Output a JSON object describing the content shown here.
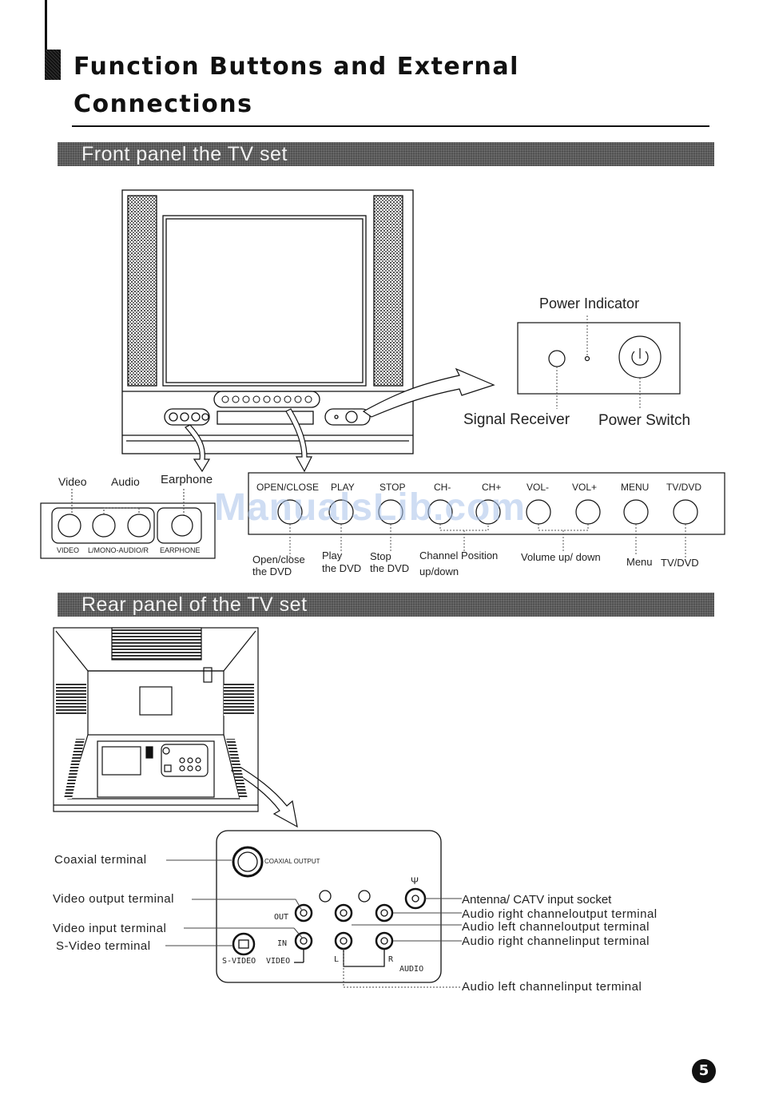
{
  "title": {
    "line1": "Function Buttons and External",
    "line2": "Connections"
  },
  "sections": {
    "front": "Front panel the TV set",
    "rear": "Rear panel of the TV set"
  },
  "front_panel": {
    "power_indicator": "Power Indicator",
    "signal_receiver": "Signal Receiver",
    "power_switch": "Power Switch",
    "side_jacks": {
      "video": "Video",
      "audio": "Audio",
      "earphone": "Earphone",
      "video_caption": "VIDEO",
      "audio_caption": "L/MONO-AUDIO/R",
      "earphone_caption": "EARPHONE"
    },
    "buttons": [
      "OPEN/CLOSE",
      "PLAY",
      "STOP",
      "CH-",
      "CH+",
      "VOL-",
      "VOL+",
      "MENU",
      "TV/DVD"
    ],
    "descriptions": {
      "open_close_1": "Open/close",
      "open_close_2": "the DVD",
      "play_1": "Play",
      "play_2": "the DVD",
      "stop_1": "Stop",
      "stop_2": "the DVD",
      "channel_1": "Channel Position",
      "channel_2": "up/down",
      "volume": "Volume up/ down",
      "menu": "Menu",
      "tvdvd": "TV/DVD"
    }
  },
  "rear_panel": {
    "coaxial_terminal": "Coaxial terminal",
    "video_output_terminal": "Video output terminal",
    "video_input_terminal": "Video input terminal",
    "svideo_terminal": "S-Video terminal",
    "antenna_socket": "Antenna/ CATV input socket",
    "audio_right_output": "Audio right channeloutput terminal",
    "audio_left_output": "Audio left channeloutput terminal",
    "audio_right_input": "Audio right channelinput terminal",
    "audio_left_input": "Audio left channelinput terminal",
    "panel_labels": {
      "coaxial_output": "COAXIAL OUTPUT",
      "out": "OUT",
      "in": "IN",
      "svideo": "S-VIDEO",
      "video": "VIDEO",
      "l": "L",
      "r": "R",
      "audio": "AUDIO",
      "antenna_symbol": "Ψ"
    }
  },
  "watermark": "ManualsLib.com",
  "page_number": "5"
}
